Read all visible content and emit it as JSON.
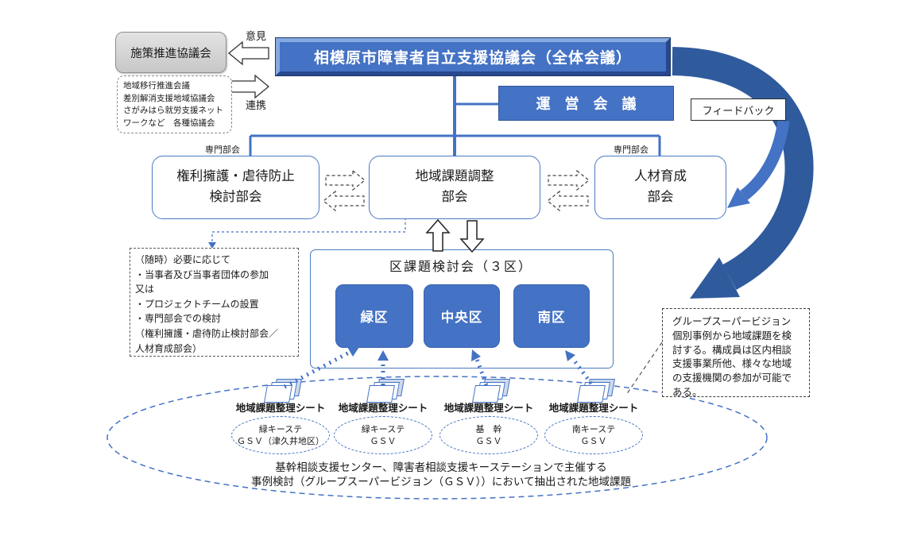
{
  "top_left": {
    "council_box": "施策推進協議会",
    "related_lines": [
      "地域移行推進会議",
      "差別解消支援地域協議会",
      "さがみはら就労支援ネット",
      "ワークなど　各種協議会"
    ],
    "opinion_label": "意見",
    "cooperation_label": "連携"
  },
  "header": {
    "title": "相模原市障害者自立支援協議会（全体会議）",
    "management_meeting": "運　営　会　議",
    "feedback_label": "フィードバック"
  },
  "subcommittees": {
    "label_left": "専門部会",
    "label_right": "専門部会",
    "boxes": [
      {
        "line1": "権利擁護・虐待防止",
        "line2": "検討部会"
      },
      {
        "line1": "地域課題調整",
        "line2": "部会"
      },
      {
        "line1": "人材育成",
        "line2": "部会"
      }
    ]
  },
  "adhoc_note": {
    "lines": [
      "（随時）必要に応じて",
      "・当事者及び当事者団体の参加",
      "又は",
      "・プロジェクトチームの設置",
      "・専門部会での検討",
      "（権利擁護・虐待防止検討部会／",
      "人材育成部会）"
    ]
  },
  "ward_committee": {
    "title": "区課題検討会（３区）",
    "wards": [
      "緑区",
      "中央区",
      "南区"
    ]
  },
  "gsv_note": {
    "lines": [
      "グループスーパービジョン",
      "個別事例から地域課題を検",
      "討する。構成員は区内相談",
      "支援事業所他、様々な地域",
      "の支援機関の参加が可能で",
      "ある。"
    ]
  },
  "gsv_groups": [
    {
      "sheet_label": "地域課題整理シート",
      "line1": "緑キーステ",
      "line2": "ＧＳＶ（津久井地区）"
    },
    {
      "sheet_label": "地域課題整理シート",
      "line1": "緑キーステ",
      "line2": "ＧＳＶ"
    },
    {
      "sheet_label": "地域課題整理シート",
      "line1": "基　幹",
      "line2": "ＧＳＶ"
    },
    {
      "sheet_label": "地域課題整理シート",
      "line1": "南キーステ",
      "line2": "ＧＳＶ"
    }
  ],
  "footer": {
    "line1": "基幹相談支援センター、障害者相談支援キーステーションで主催する",
    "line2": "事例検討（グループスーパービジョン（ＧＳＶ））において抽出された地域課題"
  },
  "colors": {
    "primary_blue": "#4472C4",
    "dark_blue": "#2F5B9D",
    "text_black": "#1a1a1a"
  }
}
